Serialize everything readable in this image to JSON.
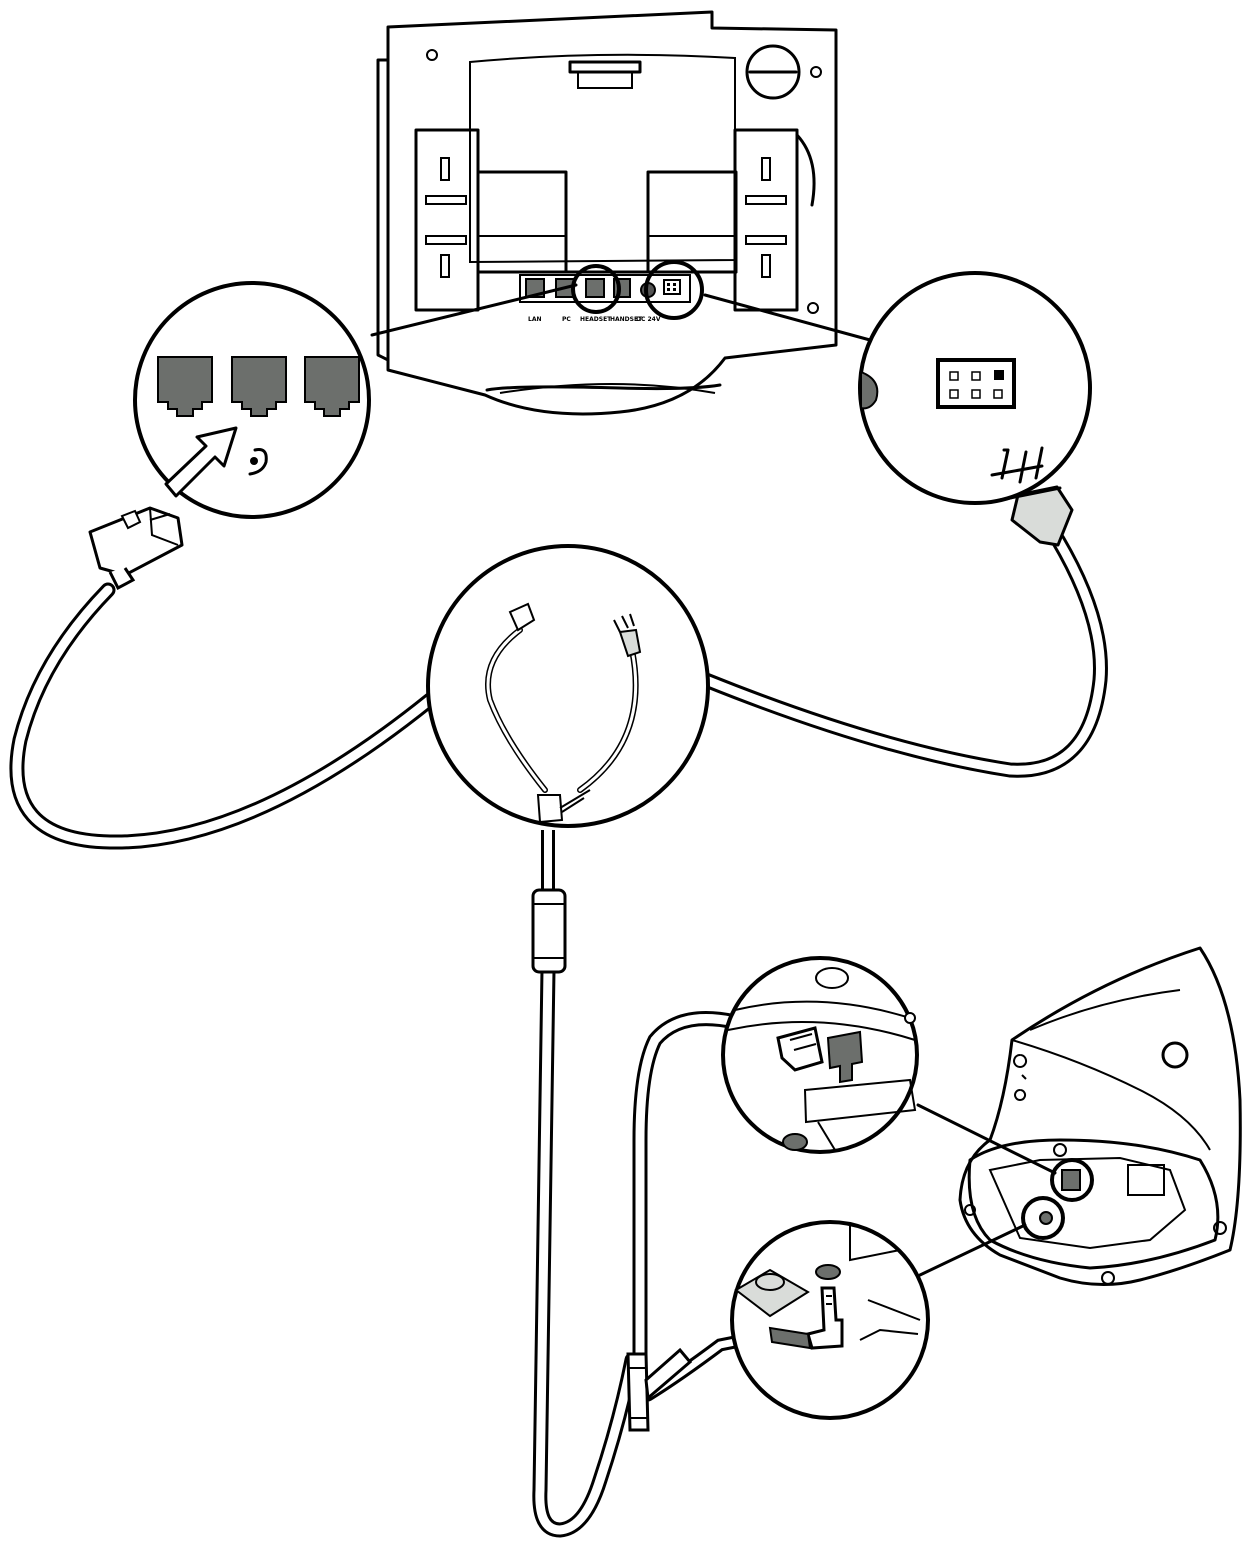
{
  "colors": {
    "line": "#000000",
    "background": "#ffffff",
    "jack_fill": "#6c6f6c",
    "plug_fill": "#d9dcd9",
    "body_fill": "#f4f4f4",
    "filled_pin": "#000000"
  },
  "phone_port_labels": {
    "lan": "LAN",
    "pc": "PC",
    "headset": "HEADSET",
    "handset": "HANDSET",
    "power": "DC 24V"
  }
}
